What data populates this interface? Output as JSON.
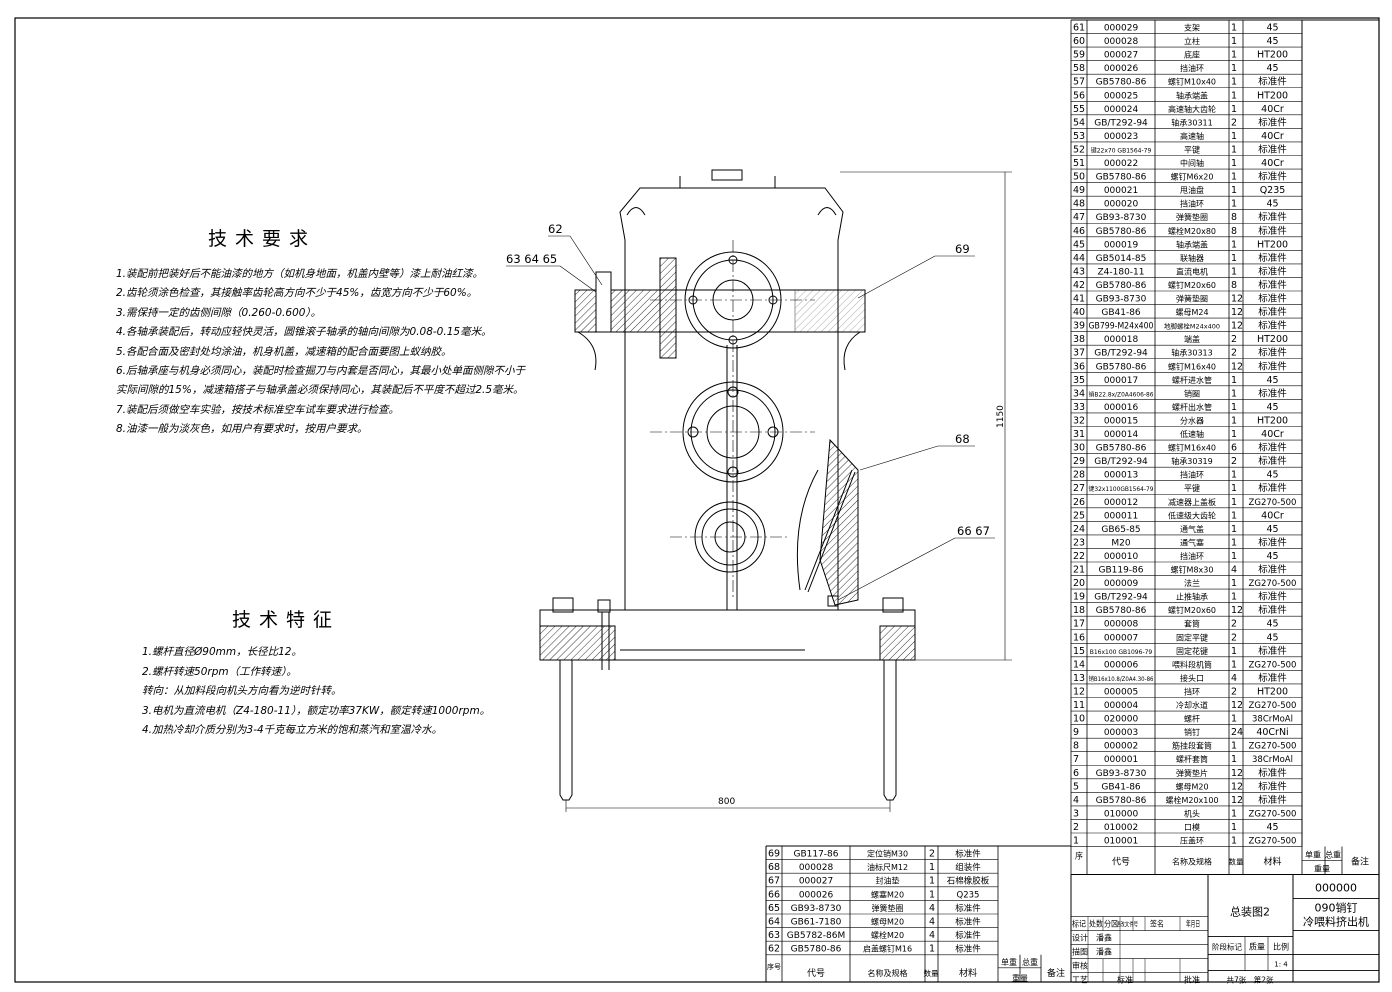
{
  "requirements": {
    "title": "技术要求",
    "lines": [
      "1.装配前把装好后不能油漆的地方（如机身地面，机盖内壁等）漆上耐油红漆。",
      "2.齿轮须涂色检查，其接触率齿轮高方向不少于45%，齿宽方向不少于60%。",
      "3.需保持一定的齿侧间隙（0.260-0.600）。",
      "4.各轴承装配后，转动应轻快灵活，圆锥滚子轴承的轴向间隙为0.08-0.15毫米。",
      "5.各配合面及密封处均涂油，机身机盖，减速箱的配合面要图上蚁纳胶。",
      "6.后轴承座与机身必须同心，装配时检查掘刀与内套是否同心，其最小处单面侧隙不小于",
      "实际间隙的15%，减速箱搭子与轴承盖必须保持同心，其装配后不平度不超过2.5毫米。",
      "7.装配后须做空车实验，按技术标准空车试车要求进行检查。",
      "8.油漆一般为淡灰色，如用户有要求时，按用户要求。"
    ]
  },
  "features": {
    "title": "技术特征",
    "lines": [
      "1.螺杆直径Ø90mm，长径比12。",
      "2.螺杆转速50rpm（工作转速）。",
      "转向：从加料段向机头方向看为逆时针转。",
      "3.电机为直流电机（Z4-180-11），额定功率37KW，额定转速1000rpm。",
      "4.加热冷却介质分别为3-4千克每立方米的饱和蒸汽和室温冷水。"
    ]
  },
  "drawing": {
    "callouts": [
      "62",
      "63 64 65",
      "69",
      "68",
      "66 67"
    ],
    "dim_height": "1150",
    "dim_width": "800"
  },
  "bom_upper": [
    [
      "61",
      "000029",
      "支架",
      "1",
      "45"
    ],
    [
      "60",
      "000028",
      "立柱",
      "1",
      "45"
    ],
    [
      "59",
      "000027",
      "底座",
      "1",
      "HT200"
    ],
    [
      "58",
      "000026",
      "挡油环",
      "1",
      "45"
    ],
    [
      "57",
      "GB5780-86",
      "螺钉M10x40",
      "1",
      "标准件"
    ],
    [
      "56",
      "000025",
      "轴承端盖",
      "1",
      "HT200"
    ],
    [
      "55",
      "000024",
      "高速轴大齿轮",
      "1",
      "40Cr"
    ],
    [
      "54",
      "GB/T292-94",
      "轴承30311",
      "2",
      "标准件"
    ],
    [
      "53",
      "000023",
      "高速轴",
      "1",
      "40Cr"
    ],
    [
      "52",
      "键22x70 GB1564-79",
      "平键",
      "1",
      "标准件"
    ],
    [
      "51",
      "000022",
      "中间轴",
      "1",
      "40Cr"
    ],
    [
      "50",
      "GB5780-86",
      "螺钉M6x20",
      "1",
      "标准件"
    ],
    [
      "49",
      "000021",
      "甩油盘",
      "1",
      "Q235"
    ],
    [
      "48",
      "000020",
      "挡油环",
      "1",
      "45"
    ],
    [
      "47",
      "GB93-8730",
      "弹簧垫圈",
      "8",
      "标准件"
    ],
    [
      "46",
      "GB5780-86",
      "螺栓M20x80",
      "8",
      "标准件"
    ],
    [
      "45",
      "000019",
      "轴承端盖",
      "1",
      "HT200"
    ],
    [
      "44",
      "GB5014-85",
      "联轴器",
      "1",
      "标准件"
    ],
    [
      "43",
      "Z4-180-11",
      "直流电机",
      "1",
      "标准件"
    ],
    [
      "42",
      "GB5780-86",
      "螺钉M20x60",
      "8",
      "标准件"
    ],
    [
      "41",
      "GB93-8730",
      "弹簧垫圈",
      "12",
      "标准件"
    ],
    [
      "40",
      "GB41-86",
      "螺母M24",
      "12",
      "标准件"
    ],
    [
      "39",
      "GB799-M24x400",
      "地脚螺栓M24x400",
      "12",
      "标准件"
    ],
    [
      "38",
      "000018",
      "端盖",
      "2",
      "HT200"
    ],
    [
      "37",
      "GB/T292-94",
      "轴承30313",
      "2",
      "标准件"
    ],
    [
      "36",
      "GB5780-86",
      "螺钉M16x40",
      "12",
      "标准件"
    ],
    [
      "35",
      "000017",
      "螺杆进水管",
      "1",
      "45"
    ],
    [
      "34",
      "销B22.8x/Z0A4606-86",
      "销圈",
      "1",
      "标准件"
    ],
    [
      "33",
      "000016",
      "螺杆出水管",
      "1",
      "45"
    ],
    [
      "32",
      "000015",
      "分水器",
      "1",
      "HT200"
    ],
    [
      "31",
      "000014",
      "低速轴",
      "1",
      "40Cr"
    ],
    [
      "30",
      "GB5780-86",
      "螺钉M16x40",
      "6",
      "标准件"
    ],
    [
      "29",
      "GB/T292-94",
      "轴承30319",
      "2",
      "标准件"
    ],
    [
      "28",
      "000013",
      "挡油环",
      "1",
      "45"
    ],
    [
      "27",
      "键32x1100GB1564-79",
      "平键",
      "1",
      "标准件"
    ],
    [
      "26",
      "000012",
      "减速器上盖板",
      "1",
      "ZG270-500"
    ],
    [
      "25",
      "000011",
      "低速级大齿轮",
      "1",
      "40Cr"
    ],
    [
      "24",
      "GB65-85",
      "通气盖",
      "1",
      "45"
    ],
    [
      "23",
      "M20",
      "通气塞",
      "1",
      "标准件"
    ],
    [
      "22",
      "000010",
      "挡油环",
      "1",
      "45"
    ],
    [
      "21",
      "GB119-86",
      "螺钉M8x30",
      "4",
      "标准件"
    ],
    [
      "20",
      "000009",
      "法兰",
      "1",
      "ZG270-500"
    ],
    [
      "19",
      "GB/T292-94",
      "止推轴承",
      "1",
      "标准件"
    ],
    [
      "18",
      "GB5780-86",
      "螺钉M20x60",
      "12",
      "标准件"
    ],
    [
      "17",
      "000008",
      "套筒",
      "2",
      "45"
    ],
    [
      "16",
      "000007",
      "固定平键",
      "2",
      "45"
    ],
    [
      "15",
      "B16x100 GB1096-79",
      "固定花键",
      "1",
      "标准件"
    ],
    [
      "14",
      "000006",
      "喂料段机筒",
      "1",
      "ZG270-500"
    ],
    [
      "13",
      "销B16x10.8/Z0A4.30-86",
      "接头口",
      "4",
      "标准件"
    ],
    [
      "12",
      "000005",
      "挡环",
      "2",
      "HT200"
    ],
    [
      "11",
      "000004",
      "冷却水道",
      "12",
      "ZG270-500"
    ],
    [
      "10",
      "020000",
      "螺杆",
      "1",
      "38CrMoAl"
    ],
    [
      "9",
      "000003",
      "销钉",
      "24",
      "40CrNi"
    ],
    [
      "8",
      "000002",
      "筋挂段套筒",
      "1",
      "ZG270-500"
    ],
    [
      "7",
      "000001",
      "螺杆套筒",
      "1",
      "38CrMoAl"
    ],
    [
      "6",
      "GB93-8730",
      "弹簧垫片",
      "12",
      "标准件"
    ],
    [
      "5",
      "GB41-86",
      "螺母M20",
      "12",
      "标准件"
    ],
    [
      "4",
      "GB5780-86",
      "螺栓M20x100",
      "12",
      "标准件"
    ],
    [
      "3",
      "010000",
      "机头",
      "1",
      "ZG270-500"
    ],
    [
      "2",
      "010002",
      "口模",
      "1",
      "45"
    ],
    [
      "1",
      "010001",
      "压盖环",
      "1",
      "ZG270-500"
    ]
  ],
  "bom_lower": [
    [
      "69",
      "GB117-86",
      "定位销M30",
      "2",
      "标准件"
    ],
    [
      "68",
      "000028",
      "油标尺M12",
      "1",
      "组装件"
    ],
    [
      "67",
      "000027",
      "封油垫",
      "1",
      "石棉橡胶板"
    ],
    [
      "66",
      "000026",
      "螺塞M20",
      "1",
      "Q235"
    ],
    [
      "65",
      "GB93-8730",
      "弹簧垫圈",
      "4",
      "标准件"
    ],
    [
      "64",
      "GB61-7180",
      "螺母M20",
      "4",
      "标准件"
    ],
    [
      "63",
      "GB5782-86M",
      "螺栓M20",
      "4",
      "标准件"
    ],
    [
      "62",
      "GB5780-86",
      "启盖螺钉M16",
      "1",
      "标准件"
    ]
  ],
  "bom_header": {
    "seq": "序号",
    "code": "代号",
    "name": "名称及规格",
    "qty": "数量",
    "material": "材料",
    "unit_weight": "单重",
    "total_weight": "总重",
    "weight": "重量",
    "remark": "备注"
  },
  "title_block": {
    "drawing_title": "总装图2",
    "drawing_no": "000000",
    "product_name_1": "090销钉",
    "product_name_2": "冷喂料挤出机",
    "row_labels": [
      "标记",
      "处数",
      "分区",
      "更改文件号",
      "签名",
      "年月日"
    ],
    "designer_label": "设计",
    "designer": "潘鑫",
    "drafter_label": "描图",
    "drafter": "潘鑫",
    "check_label": "审核",
    "process_label": "工艺",
    "standard_label": "标准",
    "approve_label": "批准",
    "stage_label": "阶段标记",
    "weight_label": "质量",
    "scale_label": "比例",
    "scale": "1: 4",
    "sheets": "共7张　第2张"
  }
}
